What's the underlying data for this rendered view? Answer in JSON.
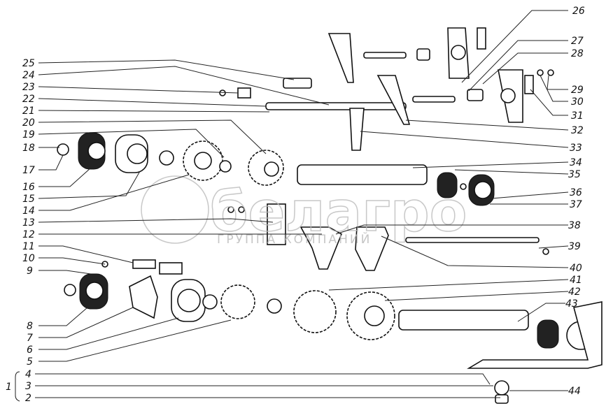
{
  "title": "Gearbox shafts and gears exploded parts diagram",
  "watermark": {
    "brand": "белагро",
    "subtitle": "ГРУППА КОМПАНИЙ"
  },
  "callouts_left": [
    "25",
    "24",
    "23",
    "22",
    "21",
    "20",
    "19",
    "18",
    "17",
    "16",
    "15",
    "14",
    "13",
    "12",
    "11",
    "10",
    "9",
    "8",
    "7",
    "6",
    "5",
    "4",
    "3",
    "2"
  ],
  "assembly_label": "1",
  "callouts_right": [
    "26",
    "27",
    "28",
    "29",
    "30",
    "31",
    "32",
    "33",
    "34",
    "35",
    "36",
    "37",
    "38",
    "39",
    "40",
    "41",
    "42",
    "43",
    "44"
  ]
}
